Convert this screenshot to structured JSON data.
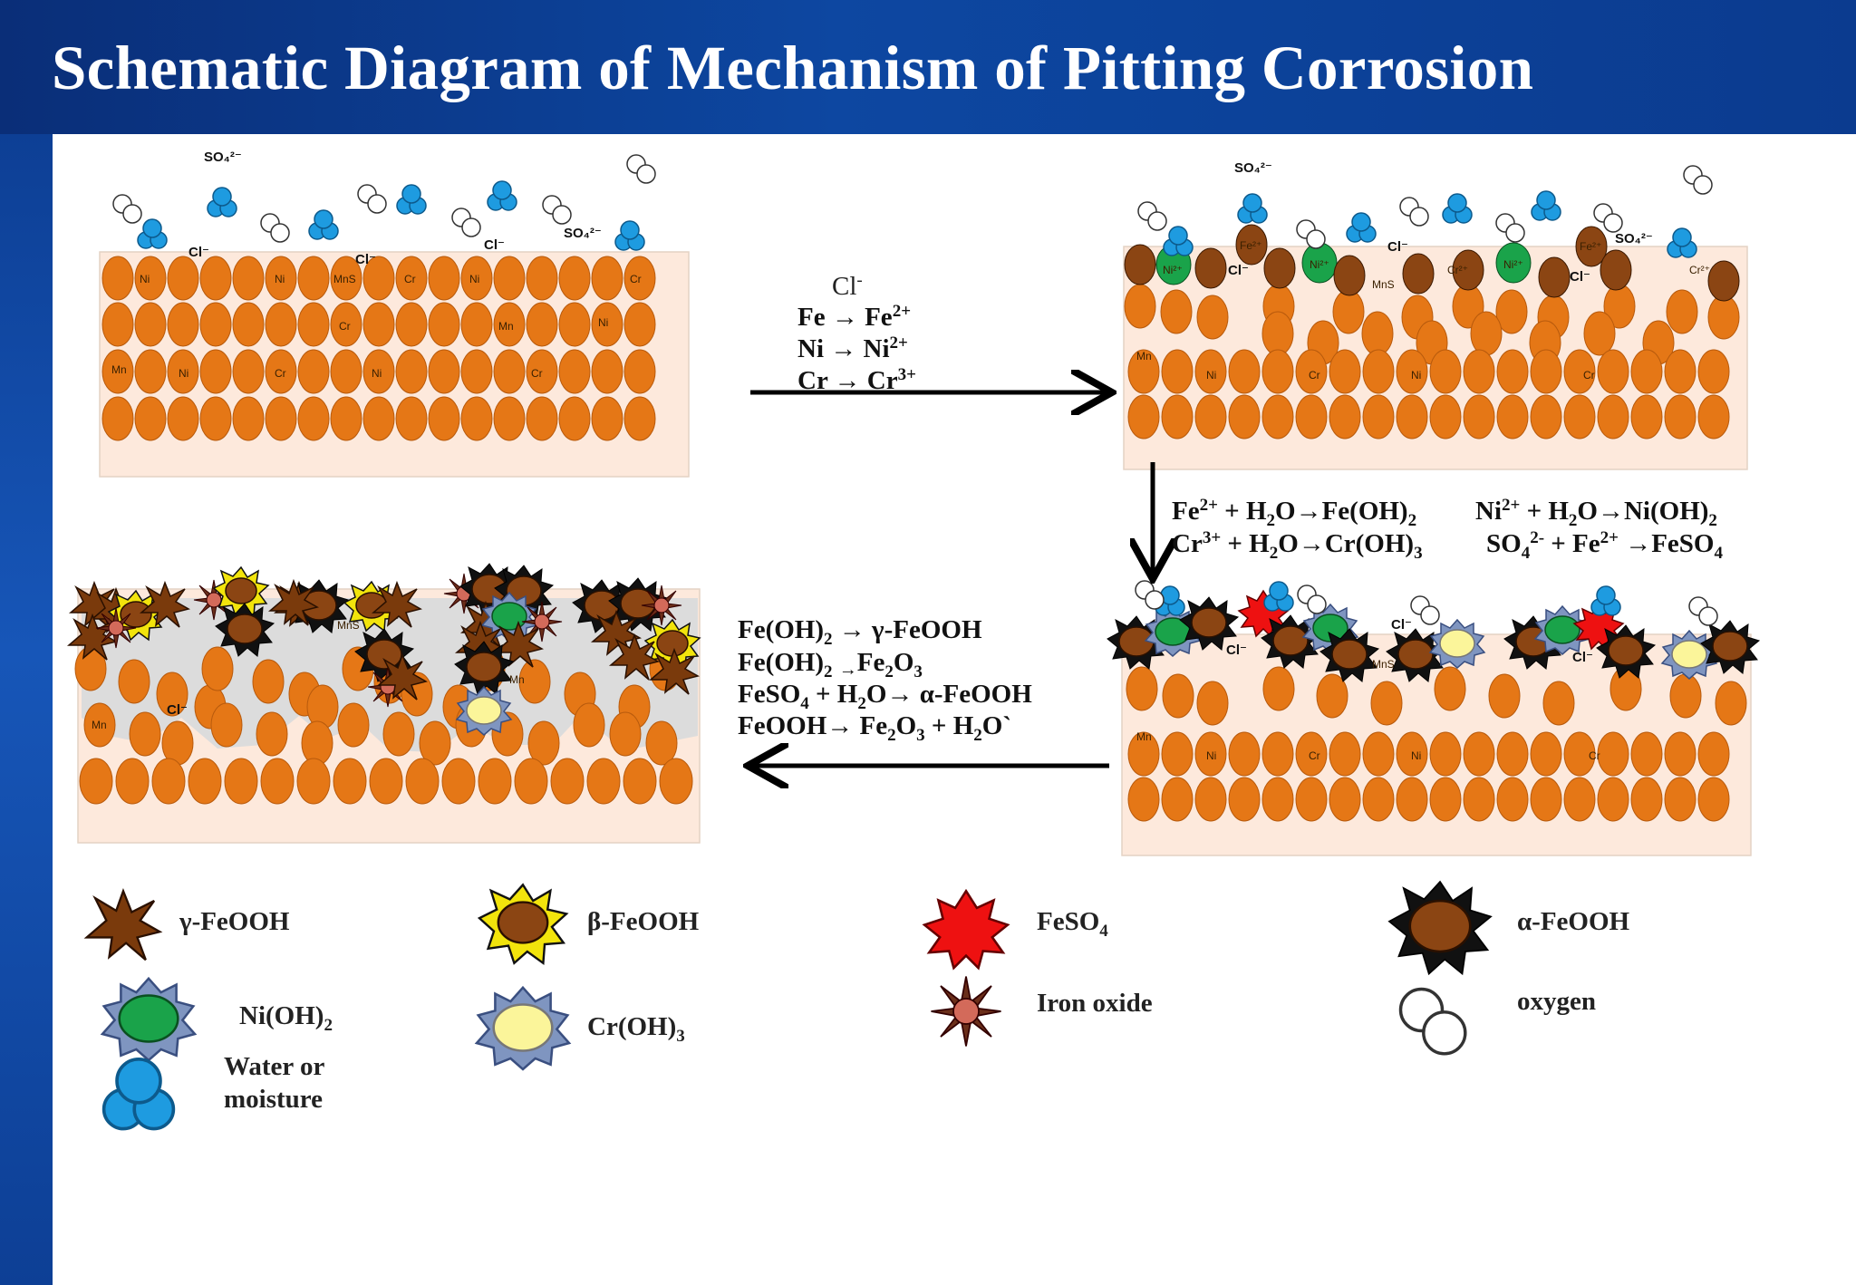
{
  "title": "Schematic Diagram of Mechanism of Pitting Corrosion",
  "colors": {
    "header_blue": "#0d47a1",
    "metal_orange": "#e57716",
    "metal_background": "#fde9dc",
    "rust_brown": "#8b4513",
    "ni_green": "#1aa34a",
    "water_blue": "#1e9be0",
    "feso4_red": "#ee1111",
    "croh_yellow": "#fbf59a",
    "pit_gray": "#dcdcdc"
  },
  "panels": {
    "p1": {
      "labels": {
        "so4_a": "SO₄²⁻",
        "so4_b": "SO₄²⁻",
        "cl_a": "Cl⁻",
        "cl_b": "Cl⁻",
        "cl_c": "Cl⁻",
        "el_ni1": "Ni",
        "el_ni2": "Ni",
        "el_mns": "MnS",
        "el_cr1": "Cr",
        "el_ni3": "Ni",
        "el_cr2": "Cr",
        "el_cr3": "Cr",
        "el_mn1": "Mn",
        "el_ni4": "Ni",
        "el_mn2": "Mn",
        "el_ni5": "Ni",
        "el_cr4": "Cr",
        "el_ni6": "Ni",
        "el_cr5": "Cr"
      }
    },
    "p2": {
      "labels": {
        "so4_a": "SO₄²⁻",
        "so4_b": "SO₄²⁻",
        "cl_a": "Cl⁻",
        "cl_b": "Cl⁻",
        "cl_c": "Cl⁻",
        "ni2_a": "Ni²⁺",
        "ni2_b": "Ni²⁺",
        "ni2_c": "Ni²⁺",
        "fe2_a": "Fe²⁺",
        "fe2_b": "Fe²⁺",
        "cr2_a": "Cr²⁺",
        "cr2_b": "Cr²⁺",
        "el_mns": "MnS",
        "el_mn": "Mn",
        "el_ni1": "Ni",
        "el_cr1": "Cr",
        "el_ni2": "Ni",
        "el_cr2": "Cr"
      }
    },
    "p3": {
      "labels": {
        "cl_a": "Cl⁻",
        "cl_b": "Cl⁻",
        "cl_c": "Cl⁻",
        "el_mns": "MnS",
        "el_mn": "Mn",
        "el_ni1": "Ni",
        "el_cr1": "Cr",
        "el_ni2": "Ni",
        "el_cr2": "Cr"
      }
    },
    "p4": {
      "labels": {
        "el_mns": "MnS",
        "el_mn1": "Mn",
        "el_mn2": "Mn",
        "cl_a": "Cl⁻"
      }
    }
  },
  "reactions": {
    "step1": {
      "cl": "Cl",
      "cl_sup": "-",
      "fe_lhs": "Fe",
      "fe_rhs": "Fe",
      "fe_sup": "2+",
      "ni_lhs": "Ni",
      "ni_rhs": "Ni",
      "ni_sup": "2+",
      "cr_lhs": "Cr",
      "cr_rhs": "Cr",
      "cr_sup": "3+",
      "arrow": "→"
    },
    "step2": {
      "fe_ion": "Fe",
      "fe_ion_sup": "2+",
      "h2o_h": "+ H",
      "h2o_sub": "2",
      "h2o_o": "O",
      "arrow": "→",
      "fe_prod": "Fe(OH)",
      "fe_prod_sub": "2",
      "ni_ion": "Ni",
      "ni_ion_sup": "2+",
      "ni_prod": "Ni(OH)",
      "ni_prod_sub": "2",
      "cr_ion": "Cr",
      "cr_ion_sup": "3+",
      "cr_prod": "Cr(OH)",
      "cr_prod_sub": "3",
      "so4": "SO",
      "so4_sub": "4",
      "so4_sup": "2-",
      "fe_plus": "+ Fe",
      "feso4": "FeSO",
      "feso4_sub": "4"
    },
    "step3": {
      "l1_a": "Fe(OH)",
      "l1_sub": "2",
      "l1_arrow": "→",
      "l1_b": "γ-FeOOH",
      "l2_a": "Fe(OH)",
      "l2_sub": "2",
      "l2_arrow": "→",
      "l2_b": "Fe",
      "l2_sub2": "2",
      "l2_c": "O",
      "l2_sub3": "3",
      "l3_a": "FeSO",
      "l3_sub": "4",
      "l3_b": "+ H",
      "l3_sub2": "2",
      "l3_c": "O",
      "l3_arrow": "→",
      "l3_d": "α-FeOOH",
      "l4_a": "FeOOH",
      "l4_arrow": "→",
      "l4_b": "Fe",
      "l4_sub": "2",
      "l4_c": "O",
      "l4_sub2": "3",
      "l4_d": "+ H",
      "l4_sub3": "2",
      "l4_e": "O`"
    }
  },
  "legend": {
    "gamma_feooh": "γ-FeOOH",
    "beta_feooh": "β-FeOOH",
    "feso4": "FeSO",
    "feso4_sub": "4",
    "alpha_feooh": "α-FeOOH",
    "nioh2": "Ni(OH)",
    "nioh2_sub": "2",
    "croh3": "Cr(OH)",
    "croh3_sub": "3",
    "iron_oxide": "Iron oxide",
    "oxygen": "oxygen",
    "water_line1": "Water or",
    "water_line2": "moisture"
  }
}
